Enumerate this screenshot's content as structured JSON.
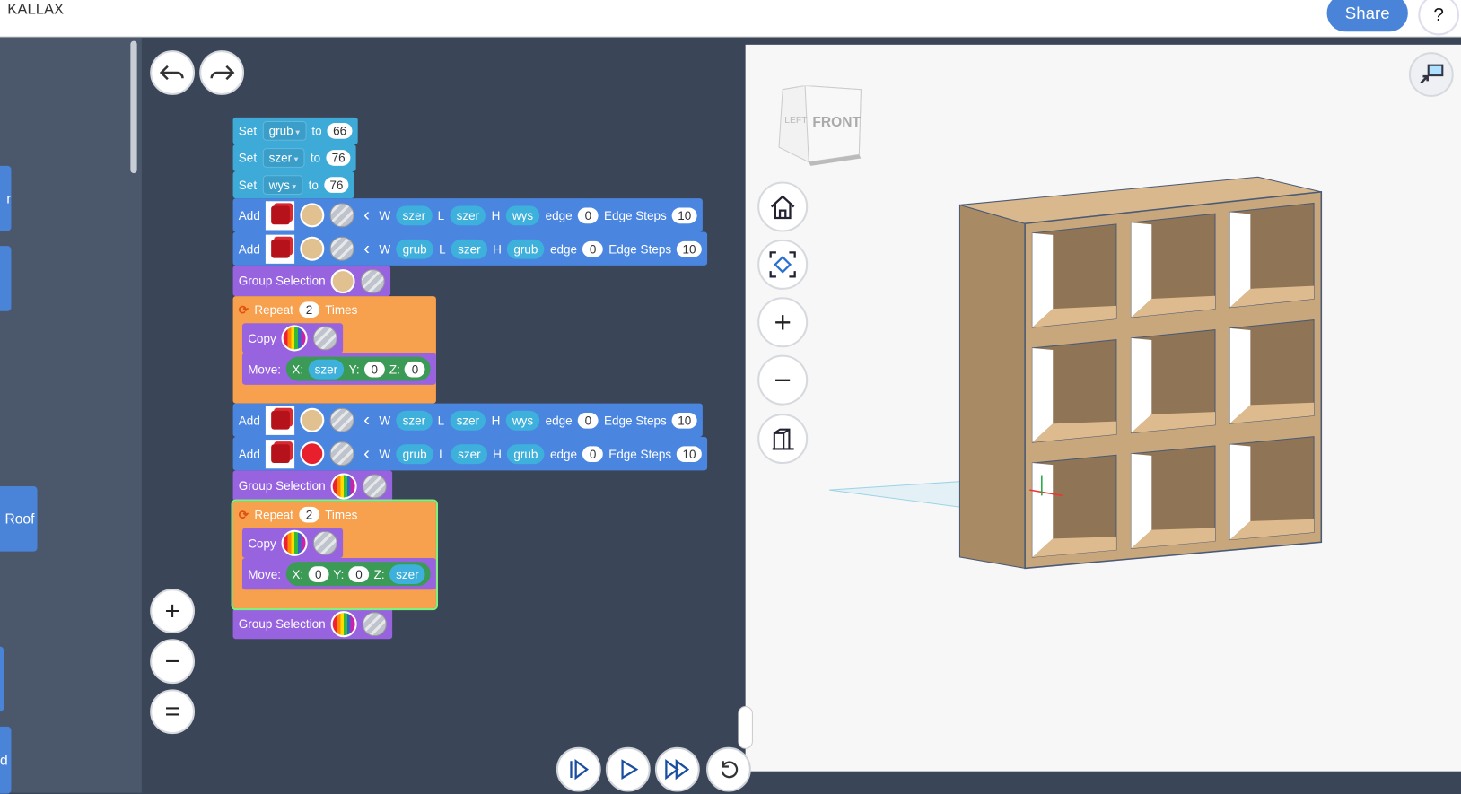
{
  "header": {
    "title": "KALLAX",
    "share_label": "Share",
    "help_label": "?"
  },
  "sidebar": {
    "tabs": [
      "r",
      "",
      "Roof",
      "",
      "d"
    ]
  },
  "workspace": {
    "blocks": [
      {
        "kind": "set",
        "tokens": [
          {
            "t": "label",
            "v": "Set"
          },
          {
            "t": "dropdown",
            "v": "grub"
          },
          {
            "t": "label",
            "v": "to"
          },
          {
            "t": "num",
            "v": "66"
          }
        ]
      },
      {
        "kind": "set",
        "tokens": [
          {
            "t": "label",
            "v": "Set"
          },
          {
            "t": "dropdown",
            "v": "szer"
          },
          {
            "t": "label",
            "v": "to"
          },
          {
            "t": "num",
            "v": "76"
          }
        ]
      },
      {
        "kind": "set",
        "tokens": [
          {
            "t": "label",
            "v": "Set"
          },
          {
            "t": "dropdown",
            "v": "wys"
          },
          {
            "t": "label",
            "v": "to"
          },
          {
            "t": "num",
            "v": "76"
          }
        ]
      },
      {
        "kind": "add",
        "tokens": [
          {
            "t": "label",
            "v": "Add"
          },
          {
            "t": "shape"
          },
          {
            "t": "color",
            "c": "#e1c190"
          },
          {
            "t": "pattern"
          },
          {
            "t": "chevron"
          },
          {
            "t": "label",
            "v": "W"
          },
          {
            "t": "var",
            "v": "szer"
          },
          {
            "t": "label",
            "v": "L"
          },
          {
            "t": "var",
            "v": "szer"
          },
          {
            "t": "label",
            "v": "H"
          },
          {
            "t": "var",
            "v": "wys"
          },
          {
            "t": "label",
            "v": "edge"
          },
          {
            "t": "num",
            "v": "0"
          },
          {
            "t": "label",
            "v": "Edge Steps"
          },
          {
            "t": "num",
            "v": "10"
          }
        ]
      },
      {
        "kind": "add",
        "tokens": [
          {
            "t": "label",
            "v": "Add"
          },
          {
            "t": "shape"
          },
          {
            "t": "color",
            "c": "#e1c190"
          },
          {
            "t": "pattern"
          },
          {
            "t": "chevron"
          },
          {
            "t": "label",
            "v": "W"
          },
          {
            "t": "var",
            "v": "grub"
          },
          {
            "t": "label",
            "v": "L"
          },
          {
            "t": "var",
            "v": "szer"
          },
          {
            "t": "label",
            "v": "H"
          },
          {
            "t": "var",
            "v": "grub"
          },
          {
            "t": "label",
            "v": "edge"
          },
          {
            "t": "num",
            "v": "0"
          },
          {
            "t": "label",
            "v": "Edge Steps"
          },
          {
            "t": "num",
            "v": "10"
          }
        ]
      },
      {
        "kind": "grp",
        "tokens": [
          {
            "t": "label",
            "v": "Group Selection"
          },
          {
            "t": "color",
            "c": "#e1c190"
          },
          {
            "t": "pattern"
          }
        ]
      },
      {
        "kind": "repeat",
        "label": "Repeat",
        "count": "2",
        "suffix": "Times",
        "children": [
          {
            "kind": "copy",
            "tokens": [
              {
                "t": "label",
                "v": "Copy"
              },
              {
                "t": "rainbow"
              },
              {
                "t": "pattern"
              }
            ]
          },
          {
            "kind": "move",
            "tokens": [
              {
                "t": "label",
                "v": "Move:"
              },
              {
                "t": "green",
                "items": [
                  {
                    "t": "label",
                    "v": "X:"
                  },
                  {
                    "t": "var",
                    "v": "szer"
                  },
                  {
                    "t": "label",
                    "v": "Y:"
                  },
                  {
                    "t": "num",
                    "v": "0"
                  },
                  {
                    "t": "label",
                    "v": "Z:"
                  },
                  {
                    "t": "num",
                    "v": "0"
                  }
                ]
              }
            ]
          }
        ]
      },
      {
        "kind": "add",
        "tokens": [
          {
            "t": "label",
            "v": "Add"
          },
          {
            "t": "shape"
          },
          {
            "t": "color",
            "c": "#e1c190"
          },
          {
            "t": "pattern"
          },
          {
            "t": "chevron"
          },
          {
            "t": "label",
            "v": "W"
          },
          {
            "t": "var",
            "v": "szer"
          },
          {
            "t": "label",
            "v": "L"
          },
          {
            "t": "var",
            "v": "szer"
          },
          {
            "t": "label",
            "v": "H"
          },
          {
            "t": "var",
            "v": "wys"
          },
          {
            "t": "label",
            "v": "edge"
          },
          {
            "t": "num",
            "v": "0"
          },
          {
            "t": "label",
            "v": "Edge Steps"
          },
          {
            "t": "num",
            "v": "10"
          }
        ]
      },
      {
        "kind": "add",
        "tokens": [
          {
            "t": "label",
            "v": "Add"
          },
          {
            "t": "shape"
          },
          {
            "t": "color",
            "c": "#e8202e"
          },
          {
            "t": "pattern"
          },
          {
            "t": "chevron"
          },
          {
            "t": "label",
            "v": "W"
          },
          {
            "t": "var",
            "v": "grub"
          },
          {
            "t": "label",
            "v": "L"
          },
          {
            "t": "var",
            "v": "szer"
          },
          {
            "t": "label",
            "v": "H"
          },
          {
            "t": "var",
            "v": "grub"
          },
          {
            "t": "label",
            "v": "edge"
          },
          {
            "t": "num",
            "v": "0"
          },
          {
            "t": "label",
            "v": "Edge Steps"
          },
          {
            "t": "num",
            "v": "10"
          }
        ]
      },
      {
        "kind": "grp",
        "tokens": [
          {
            "t": "label",
            "v": "Group Selection"
          },
          {
            "t": "rainbow"
          },
          {
            "t": "pattern"
          }
        ]
      },
      {
        "kind": "repeat",
        "highlight": true,
        "label": "Repeat",
        "count": "2",
        "suffix": "Times",
        "children": [
          {
            "kind": "copy",
            "tokens": [
              {
                "t": "label",
                "v": "Copy"
              },
              {
                "t": "rainbow"
              },
              {
                "t": "pattern"
              }
            ]
          },
          {
            "kind": "move",
            "tokens": [
              {
                "t": "label",
                "v": "Move:"
              },
              {
                "t": "green",
                "items": [
                  {
                    "t": "label",
                    "v": "X:"
                  },
                  {
                    "t": "num",
                    "v": "0"
                  },
                  {
                    "t": "label",
                    "v": "Y:"
                  },
                  {
                    "t": "num",
                    "v": "0"
                  },
                  {
                    "t": "label",
                    "v": "Z:"
                  },
                  {
                    "t": "var",
                    "v": "szer"
                  }
                ]
              }
            ]
          }
        ]
      },
      {
        "kind": "grp",
        "tokens": [
          {
            "t": "label",
            "v": "Group Selection"
          },
          {
            "t": "rainbow"
          },
          {
            "t": "pattern"
          }
        ]
      }
    ]
  },
  "viewport": {
    "navcube": {
      "left": "LEFT",
      "front": "FRONT"
    },
    "model_color": "#c9a77c"
  }
}
